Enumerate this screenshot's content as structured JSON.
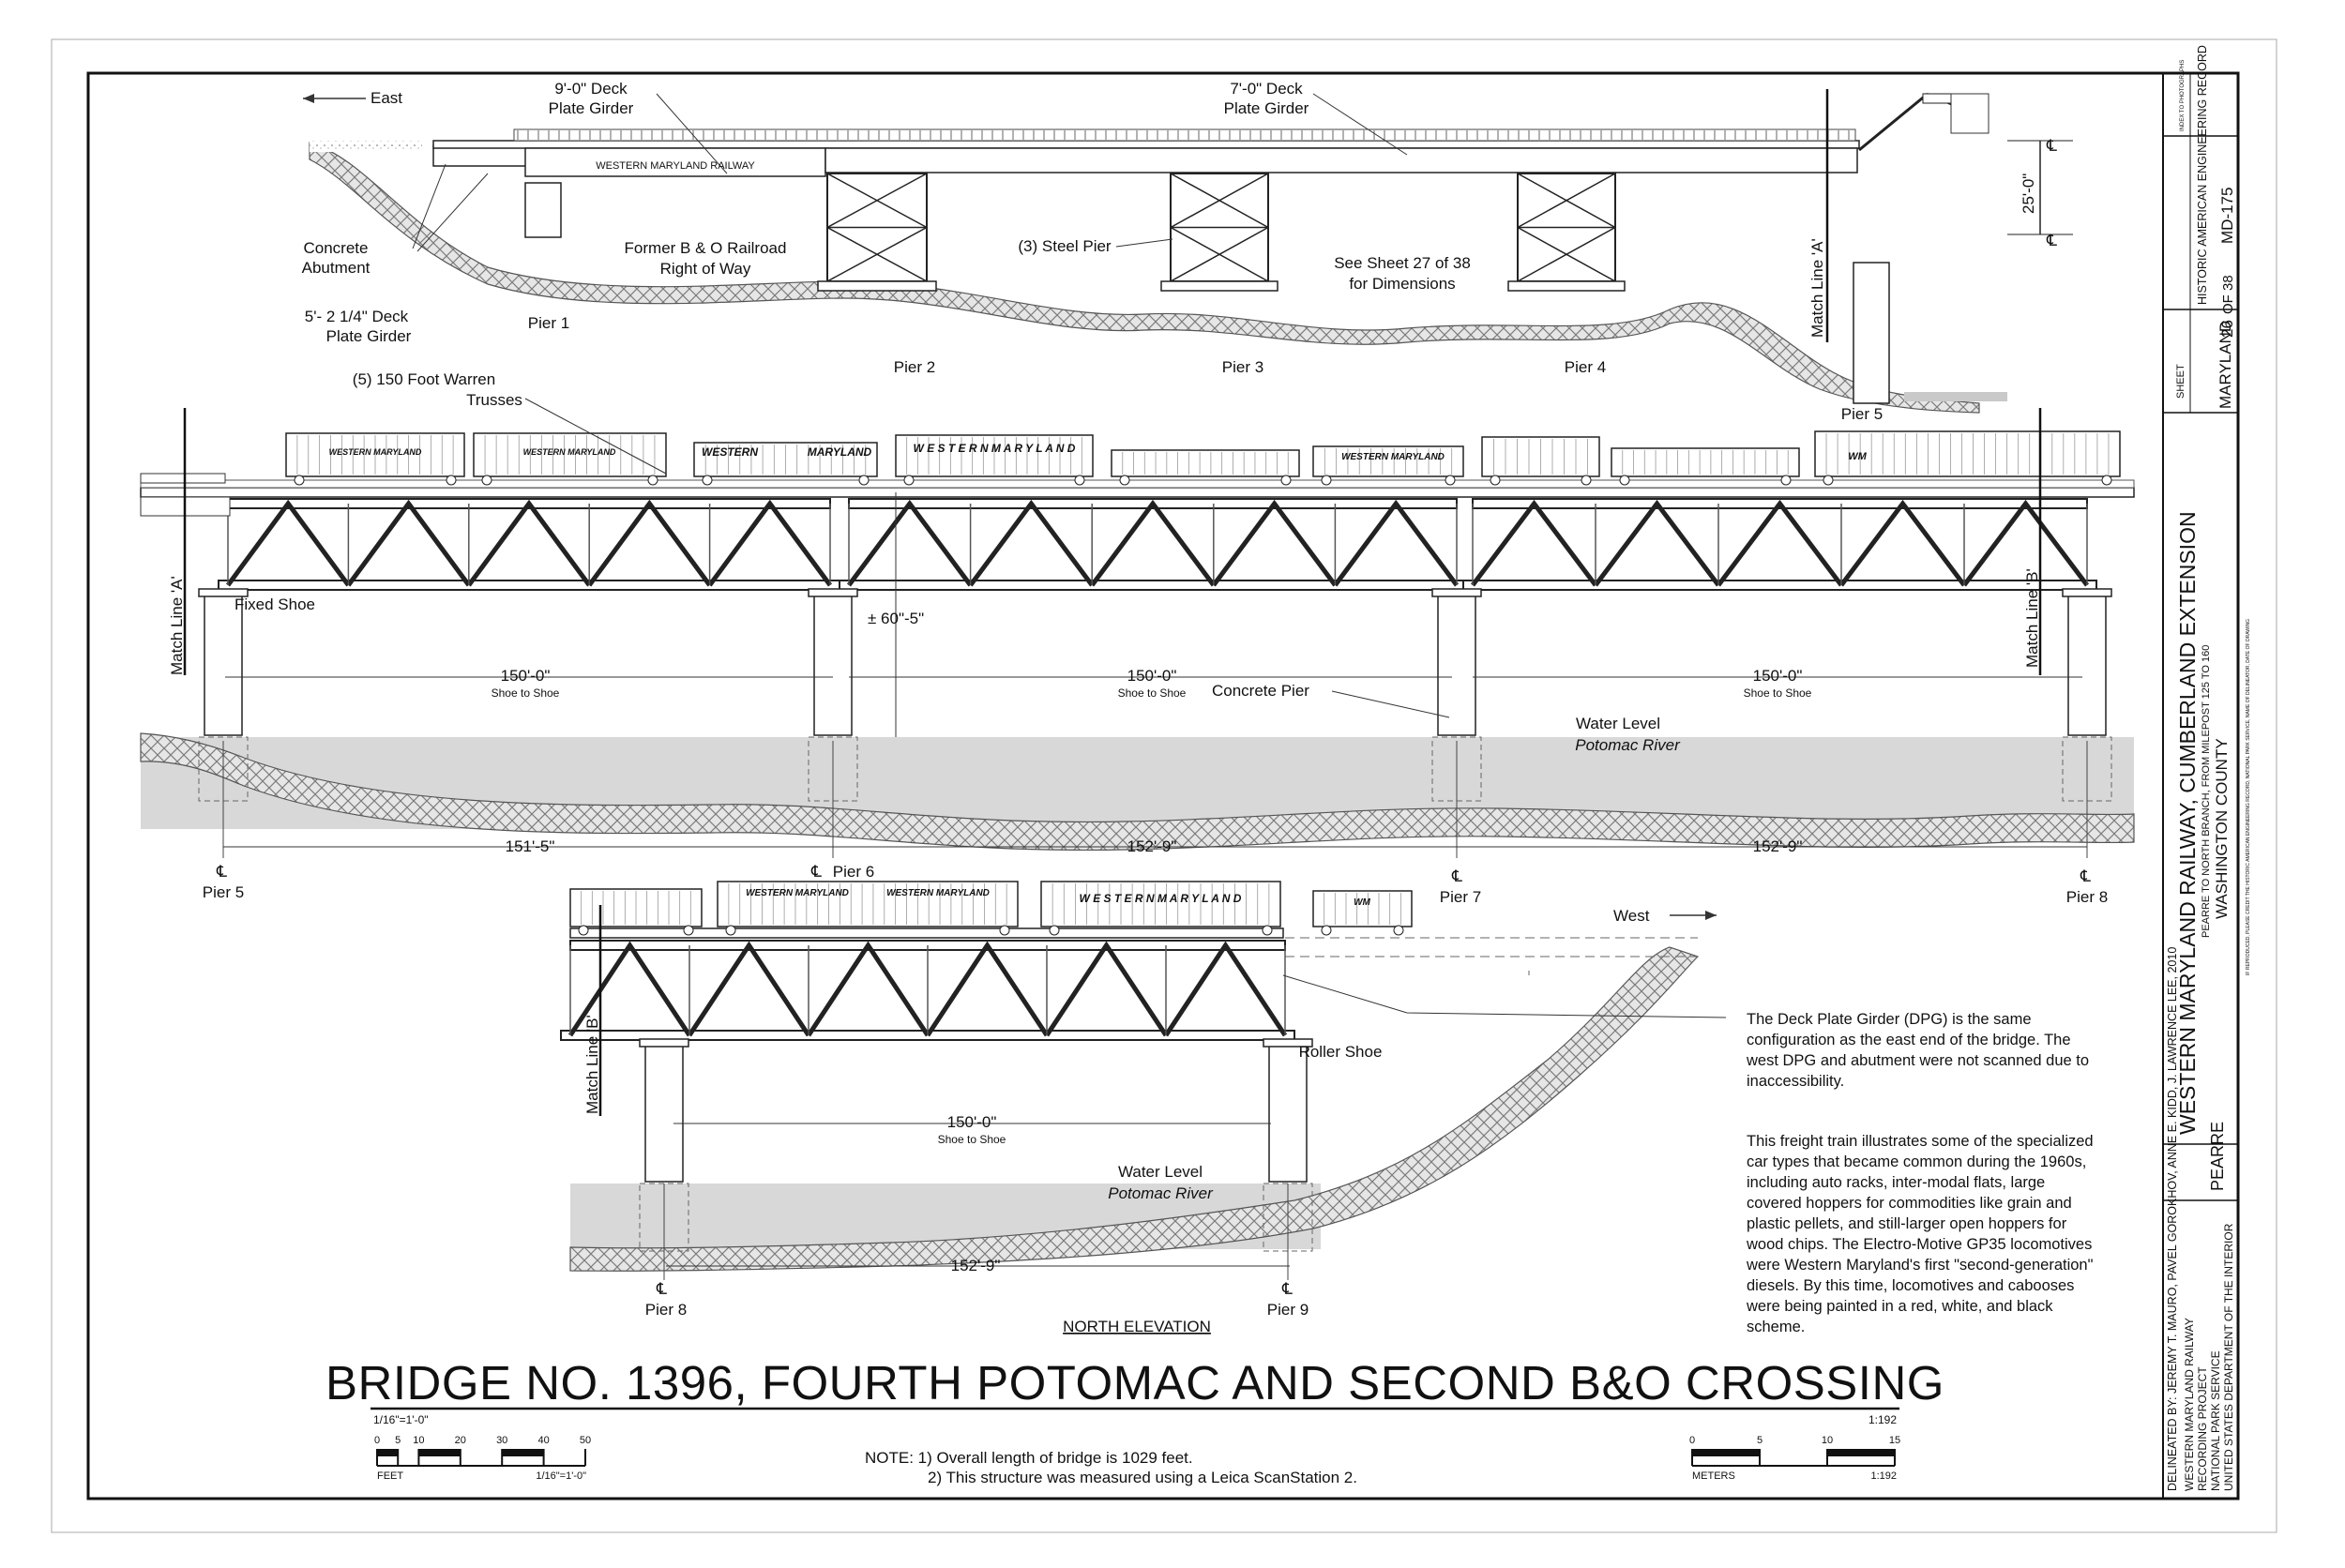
{
  "sheet": {
    "title": "BRIDGE NO. 1396, FOURTH POTOMAC AND SECOND B&O CROSSING",
    "view_title": "NORTH ELEVATION",
    "scale_text": "1/16\"=1'-0\"",
    "scale_ratio": "1:192",
    "notes": [
      "NOTE:  1) Overall length of bridge is 1029 feet.",
      "2) This structure was measured using a Leica ScanStation 2."
    ]
  },
  "scale_bars": {
    "feet": {
      "ticks": [
        "0",
        "5",
        "10",
        "20",
        "30",
        "40",
        "50"
      ],
      "unit": "FEET",
      "scale": "1/16\"=1'-0\""
    },
    "meters": {
      "ticks": [
        "0",
        "5",
        "10",
        "15"
      ],
      "unit": "METERS",
      "scale": "1:192"
    }
  },
  "title_block": {
    "delineator": "DELINEATED BY: JEREMY T. MAURO, PAVEL GOROKHOV, ANNE E. KIDD, J. LAWRENCE LEE, 2010",
    "agency": [
      "WESTERN MARYLAND RAILWAY",
      "RECORDING PROJECT",
      "NATIONAL PARK SERVICE",
      "UNITED STATES DEPARTMENT OF THE INTERIOR"
    ],
    "place": "PEARRE",
    "main_title": "WESTERN MARYLAND RAILWAY, CUMBERLAND EXTENSION",
    "subtitle": "PEARRE TO NORTH BRANCH, FROM MILEPOST 125 TO 160",
    "county": "WASHINGTON COUNTY",
    "state": "MARYLAND",
    "sheet_label": "SHEET",
    "sheet_number": "26",
    "sheet_of": "OF 38",
    "record_type": "HISTORIC AMERICAN ENGINEERING RECORD",
    "record_number": "MD-175",
    "index_label": "INDEX TO PHOTOGRAPHS",
    "credit": "IF REPRODUCED, PLEASE CREDIT THE HISTORIC AMERICAN ENGINEERING RECORD, NATIONAL PARK SERVICE, NAME OF DELINEATOR, DATE OF DRAWING"
  },
  "labels": {
    "east": "East",
    "west": "West",
    "girder_9": [
      "9'-0\" Deck",
      "Plate Girder"
    ],
    "girder_7": [
      "7'-0\" Deck",
      "Plate Girder"
    ],
    "railway_on_girder": "WESTERN  MARYLAND  RAILWAY",
    "concrete_abutment": [
      "Concrete",
      "Abutment"
    ],
    "girder_5": [
      "5'- 2 1/4\" Deck",
      "Plate Girder"
    ],
    "former_bo": [
      "Former B & O Railroad",
      "Right of Way"
    ],
    "steel_pier": "(3) Steel Pier",
    "see_sheet": [
      "See Sheet 27 of 38",
      "for Dimensions"
    ],
    "pier1": "Pier 1",
    "pier2": "Pier 2",
    "pier3": "Pier 3",
    "pier4": "Pier 4",
    "pier5_top": "Pier 5",
    "match_a": "Match Line 'A'",
    "match_b": "Match Line 'B'",
    "height_25": "25'-0\"",
    "warren": [
      "(5) 150 Foot Warren",
      "Trusses"
    ],
    "fixed_shoe": "Fixed Shoe",
    "clearance": "± 60\"-5\"",
    "span_150": "150'-0\"",
    "shoe_to_shoe": "Shoe to Shoe",
    "concrete_pier": "Concrete Pier",
    "water_level": "Water Level",
    "potomac": "Potomac River",
    "dim_151_5": "151'-5\"",
    "dim_152_9": "152'-9\"",
    "pier5": "Pier 5",
    "pier6": "Pier 6",
    "pier7": "Pier 7",
    "pier8": "Pier 8",
    "pier9": "Pier 9",
    "roller_shoe": "Roller Shoe",
    "cl": "℄",
    "car_western_maryland": "WESTERN MARYLAND",
    "car_western": "WESTERN",
    "car_maryland": "MARYLAND",
    "car_w_m": "W E S T E R N   M A R Y L A N D",
    "car_wm": "WM"
  },
  "notes_right": {
    "dpg": [
      "The Deck Plate Girder (DPG) is the same",
      "configuration as the east end of the bridge. The",
      "west DPG and abutment were not scanned due to",
      "inaccessibility."
    ],
    "train": [
      "This freight train illustrates some of the specialized",
      "car types that became common during the 1960s,",
      "including auto racks, inter-modal flats, large",
      "covered hoppers for commodities like grain and",
      "plastic pellets, and still-larger open hoppers for",
      "wood chips. The Electro-Motive GP35 locomotives",
      "were Western Maryland's first \"second-generation\"",
      "diesels. By this time, locomotives and cabooses",
      "were being painted in a red, white, and black",
      "scheme."
    ]
  }
}
